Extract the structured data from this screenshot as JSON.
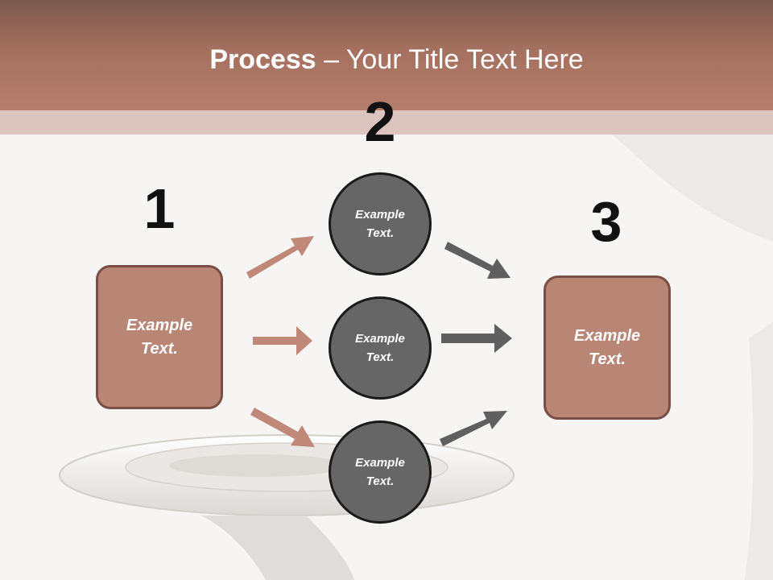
{
  "slide": {
    "title_bold": "Process",
    "title_rest": " – Your Title Text Here",
    "colors": {
      "header": "#a5705f",
      "box_fill": "#b98676",
      "box_border": "#7a4e45",
      "circle_fill": "#666666",
      "arrow_rose": "#c08878",
      "arrow_gray": "#5f5f5f"
    }
  },
  "steps": {
    "one": "1",
    "two": "2",
    "three": "3"
  },
  "left_box": {
    "text": "Example\nText."
  },
  "right_box": {
    "text": "Example\nText."
  },
  "circles": [
    {
      "text": "Example\nText."
    },
    {
      "text": "Example\nText."
    },
    {
      "text": "Example\nText."
    }
  ]
}
